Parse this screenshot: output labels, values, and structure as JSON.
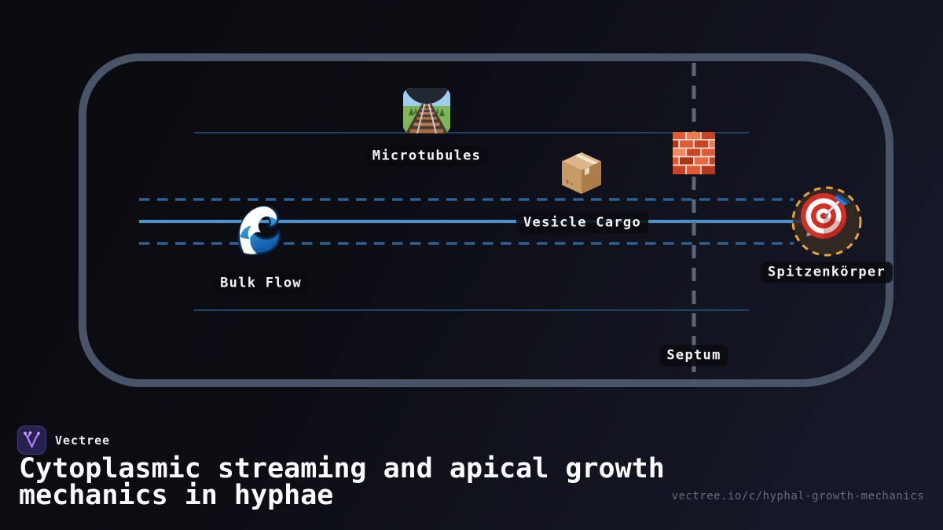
{
  "diagram": {
    "microtubules": {
      "label": "Microtubules",
      "icon": "railway-track-icon"
    },
    "vesicle_cargo": {
      "label": "Vesicle Cargo",
      "icon": "package-icon"
    },
    "bulk_flow": {
      "label": "Bulk Flow",
      "icon": "water-wave-icon"
    },
    "spitzenkorper": {
      "label": "Spitzenkörper",
      "icon": "dart-target-icon"
    },
    "septum": {
      "label": "Septum",
      "icon": "brick-icon"
    }
  },
  "footer": {
    "brand": "Vectree",
    "title": "Cytoplasmic streaming and apical growth mechanics in hyphae",
    "url": "vectree.io/c/hyphal-growth-mechanics"
  },
  "colors": {
    "background_dark": "#0b0c11",
    "cell_border_slate": "#4a5468",
    "track_line_blue": "#27537f",
    "flow_dashed_blue": "#2e6094",
    "flow_solid_blue": "#4f90c8",
    "septum_gray": "#5c6678",
    "spitzenkorper_ring_amber": "#e7a43e",
    "brand_purple": "#a878fa",
    "label_text": "#f2f4f7",
    "url_text": "#656c80"
  }
}
